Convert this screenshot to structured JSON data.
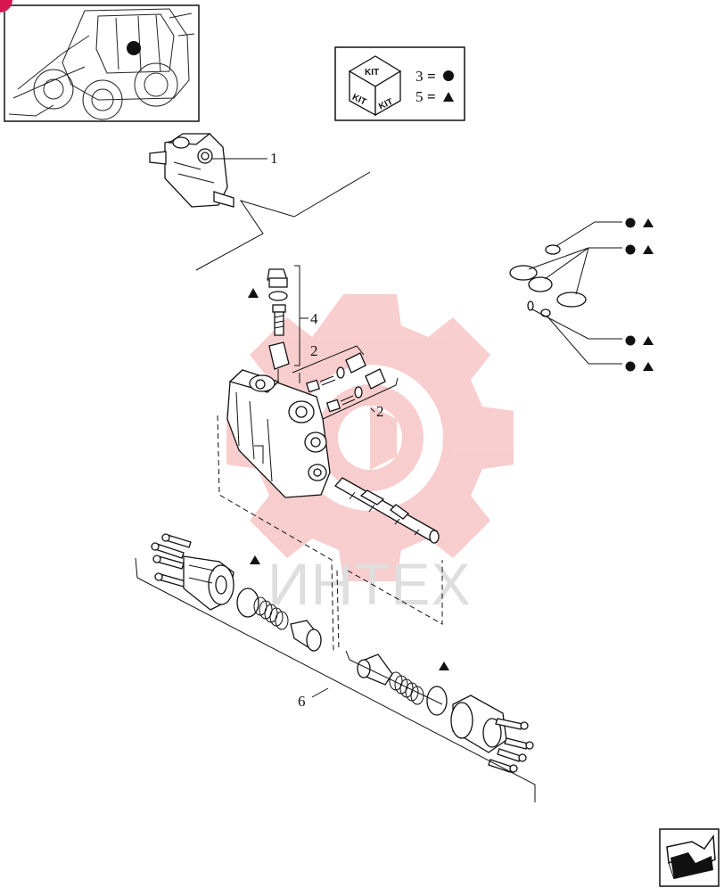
{
  "kit_legend": {
    "kit_word": "KIT",
    "rows": [
      {
        "number": "3",
        "equals": "=",
        "symbol": "circle"
      },
      {
        "number": "5",
        "equals": "=",
        "symbol": "triangle"
      }
    ]
  },
  "callouts": [
    {
      "id": "1",
      "text": "1"
    },
    {
      "id": "4",
      "text": "4"
    },
    {
      "id": "2a",
      "text": "2"
    },
    {
      "id": "2b",
      "text": "2"
    },
    {
      "id": "6",
      "text": "6"
    }
  ],
  "watermark": {
    "text": "ИНТЕХ",
    "color": "#f2a0a0"
  },
  "colors": {
    "line": "#111111",
    "marker": "#d6174f"
  },
  "icons": {
    "thumbnail": "backhoe-loader-thumbnail-icon",
    "kit_box": "kit-box-icon",
    "next_page": "next-page-arrow-icon"
  }
}
